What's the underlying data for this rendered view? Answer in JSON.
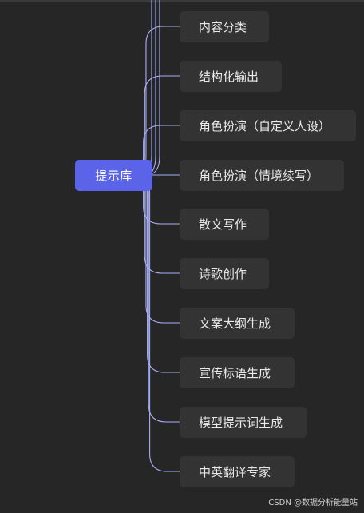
{
  "mindmap": {
    "root": {
      "label": "提示库"
    },
    "children": [
      {
        "label": "内容分类"
      },
      {
        "label": "结构化输出"
      },
      {
        "label": "角色扮演（自定义人设）"
      },
      {
        "label": "角色扮演（情境续写）"
      },
      {
        "label": "散文写作"
      },
      {
        "label": "诗歌创作"
      },
      {
        "label": "文案大纲生成"
      },
      {
        "label": "宣传标语生成"
      },
      {
        "label": "模型提示词生成"
      },
      {
        "label": "中英翻译专家"
      }
    ]
  },
  "colors": {
    "background": "#262626",
    "root_fill": "#5b64e8",
    "node_fill": "#333333",
    "connector": "#a7aef5",
    "text": "#e9e9e9"
  },
  "watermark": "CSDN @数据分析能量站"
}
